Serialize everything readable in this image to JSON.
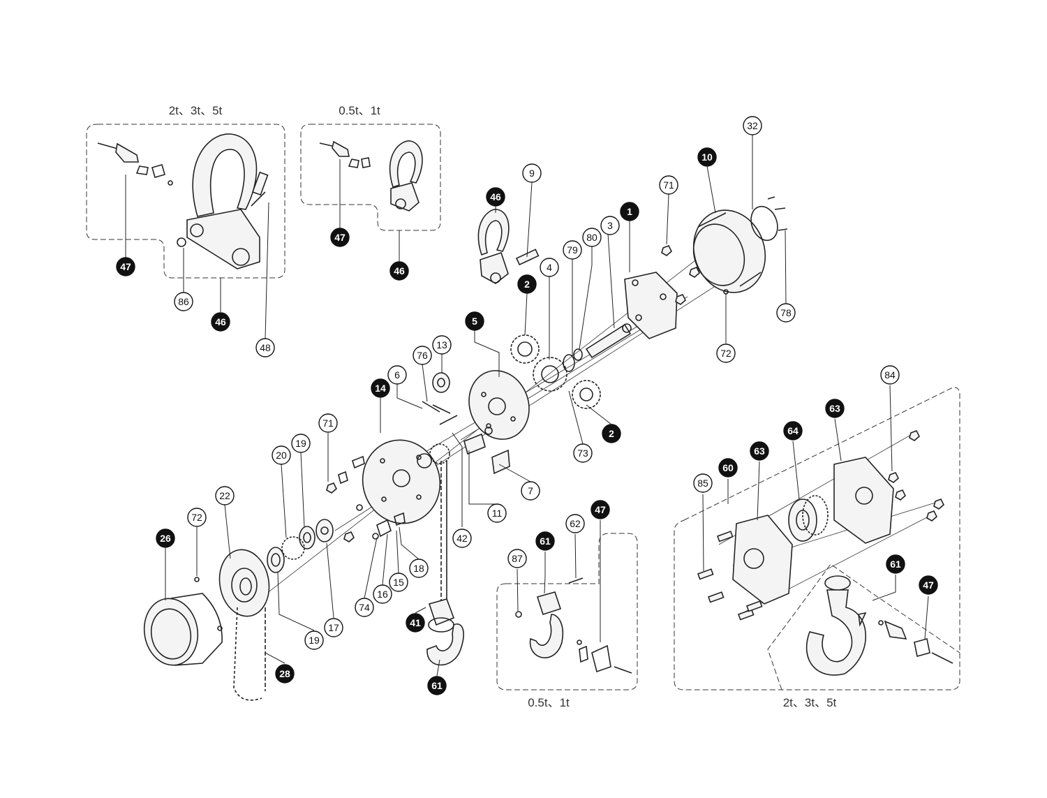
{
  "groups": {
    "top_left": "2t、3t、5t",
    "top_mid": "0.5t、1t",
    "bottom_mid": "0.5t、1t",
    "bottom_right": "2t、3t、5t"
  },
  "callouts": [
    {
      "id": "c-47-a",
      "label": "47",
      "style": "filled"
    },
    {
      "id": "c-86",
      "label": "86",
      "style": "outline"
    },
    {
      "id": "c-46-a",
      "label": "46",
      "style": "filled"
    },
    {
      "id": "c-48",
      "label": "48",
      "style": "outline"
    },
    {
      "id": "c-47-b",
      "label": "47",
      "style": "filled"
    },
    {
      "id": "c-46-b",
      "label": "46",
      "style": "filled"
    },
    {
      "id": "c-46-c",
      "label": "46",
      "style": "filled"
    },
    {
      "id": "c-9",
      "label": "9",
      "style": "outline"
    },
    {
      "id": "c-32",
      "label": "32",
      "style": "outline"
    },
    {
      "id": "c-10",
      "label": "10",
      "style": "filled"
    },
    {
      "id": "c-71-a",
      "label": "71",
      "style": "outline"
    },
    {
      "id": "c-1",
      "label": "1",
      "style": "filled"
    },
    {
      "id": "c-3",
      "label": "3",
      "style": "outline"
    },
    {
      "id": "c-80",
      "label": "80",
      "style": "outline"
    },
    {
      "id": "c-79",
      "label": "79",
      "style": "outline"
    },
    {
      "id": "c-4",
      "label": "4",
      "style": "outline"
    },
    {
      "id": "c-2-a",
      "label": "2",
      "style": "filled"
    },
    {
      "id": "c-78",
      "label": "78",
      "style": "outline"
    },
    {
      "id": "c-72-a",
      "label": "72",
      "style": "outline"
    },
    {
      "id": "c-5",
      "label": "5",
      "style": "filled"
    },
    {
      "id": "c-13",
      "label": "13",
      "style": "outline"
    },
    {
      "id": "c-76",
      "label": "76",
      "style": "outline"
    },
    {
      "id": "c-6",
      "label": "6",
      "style": "outline"
    },
    {
      "id": "c-14",
      "label": "14",
      "style": "filled"
    },
    {
      "id": "c-2-b",
      "label": "2",
      "style": "filled"
    },
    {
      "id": "c-73",
      "label": "73",
      "style": "outline"
    },
    {
      "id": "c-71-b",
      "label": "71",
      "style": "outline"
    },
    {
      "id": "c-19-a",
      "label": "19",
      "style": "outline"
    },
    {
      "id": "c-20",
      "label": "20",
      "style": "outline"
    },
    {
      "id": "c-7",
      "label": "7",
      "style": "outline"
    },
    {
      "id": "c-11",
      "label": "11",
      "style": "outline"
    },
    {
      "id": "c-42",
      "label": "42",
      "style": "outline"
    },
    {
      "id": "c-22",
      "label": "22",
      "style": "outline"
    },
    {
      "id": "c-72-b",
      "label": "72",
      "style": "outline"
    },
    {
      "id": "c-26",
      "label": "26",
      "style": "filled"
    },
    {
      "id": "c-18",
      "label": "18",
      "style": "outline"
    },
    {
      "id": "c-15",
      "label": "15",
      "style": "outline"
    },
    {
      "id": "c-16",
      "label": "16",
      "style": "outline"
    },
    {
      "id": "c-74",
      "label": "74",
      "style": "outline"
    },
    {
      "id": "c-17",
      "label": "17",
      "style": "outline"
    },
    {
      "id": "c-19-b",
      "label": "19",
      "style": "outline"
    },
    {
      "id": "c-28",
      "label": "28",
      "style": "filled"
    },
    {
      "id": "c-41",
      "label": "41",
      "style": "filled"
    },
    {
      "id": "c-61-a",
      "label": "61",
      "style": "filled"
    },
    {
      "id": "c-87",
      "label": "87",
      "style": "outline"
    },
    {
      "id": "c-61-b",
      "label": "61",
      "style": "filled"
    },
    {
      "id": "c-62",
      "label": "62",
      "style": "outline"
    },
    {
      "id": "c-47-c",
      "label": "47",
      "style": "filled"
    },
    {
      "id": "c-84",
      "label": "84",
      "style": "outline"
    },
    {
      "id": "c-63-a",
      "label": "63",
      "style": "filled"
    },
    {
      "id": "c-64",
      "label": "64",
      "style": "filled"
    },
    {
      "id": "c-63-b",
      "label": "63",
      "style": "filled"
    },
    {
      "id": "c-60",
      "label": "60",
      "style": "filled"
    },
    {
      "id": "c-85",
      "label": "85",
      "style": "outline"
    },
    {
      "id": "c-61-c",
      "label": "61",
      "style": "filled"
    },
    {
      "id": "c-47-d",
      "label": "47",
      "style": "filled"
    }
  ]
}
